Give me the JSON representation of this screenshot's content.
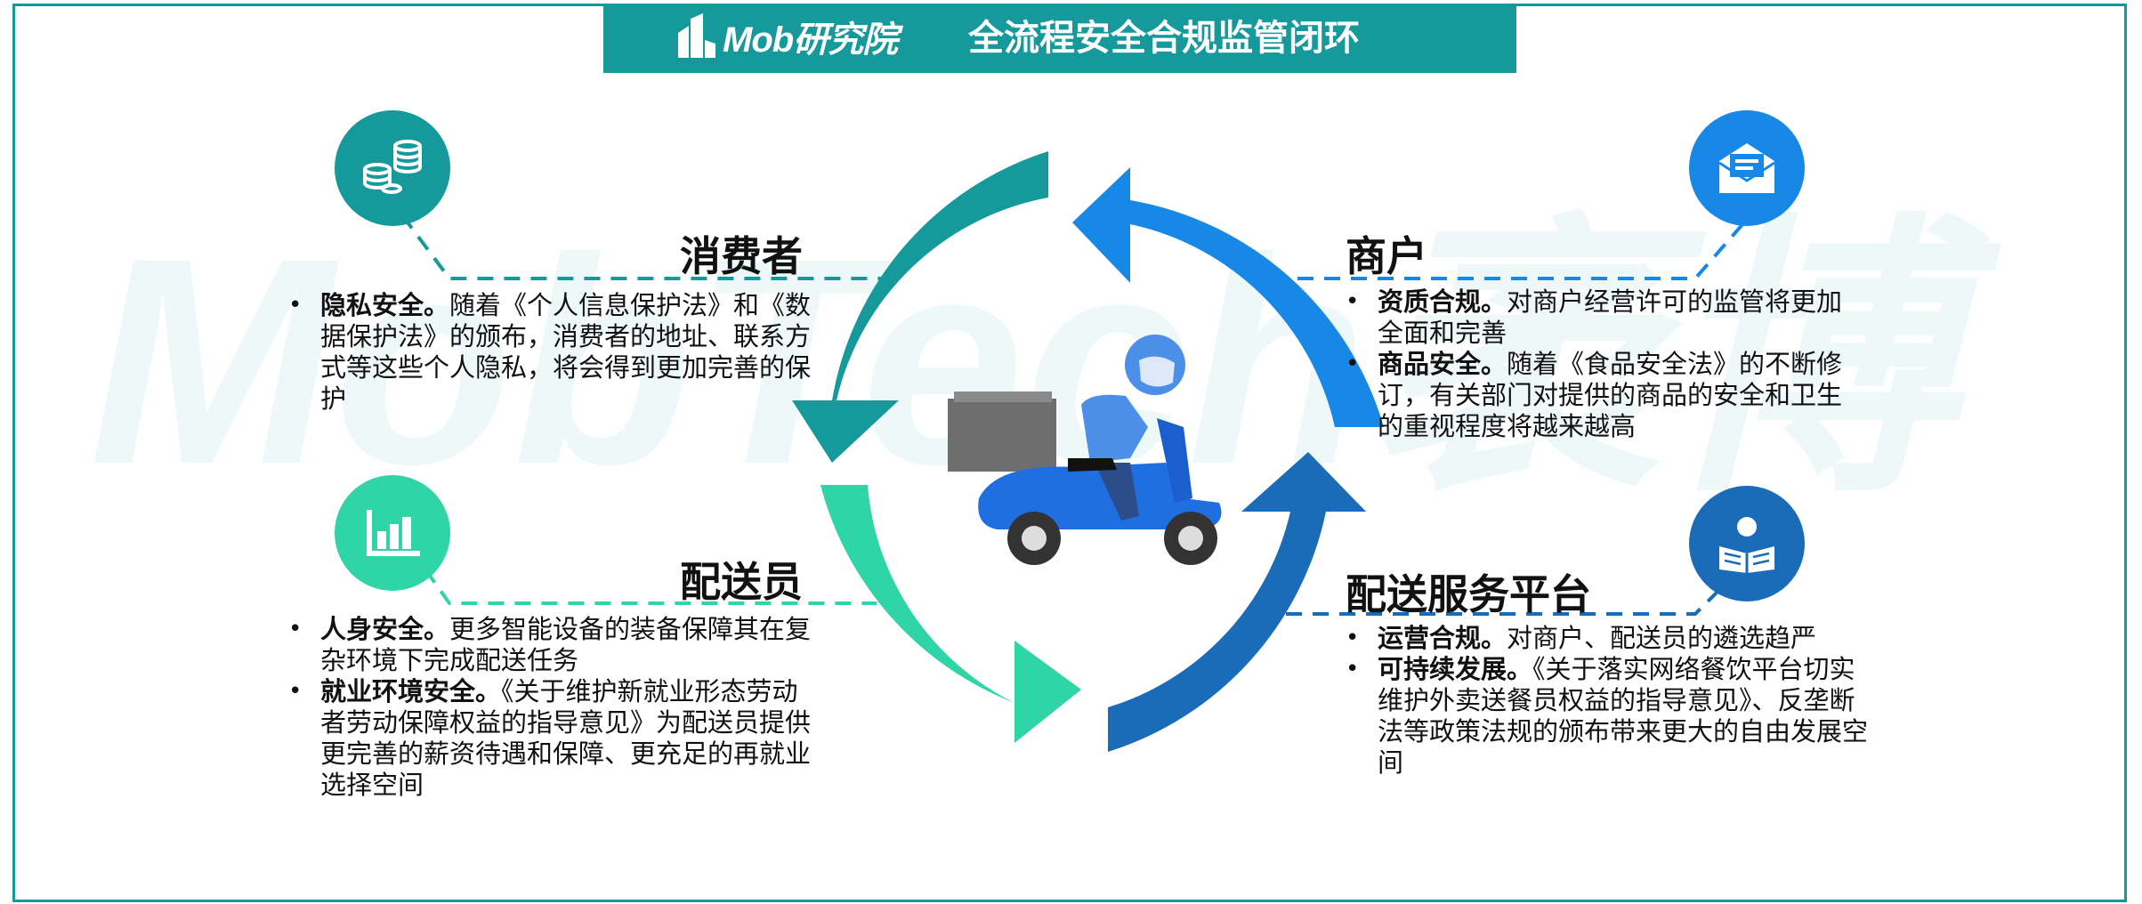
{
  "header": {
    "logo_text": "Mob研究院",
    "title": "全流程安全合规监管闭环"
  },
  "watermark": {
    "text": "MobTech袤博"
  },
  "colors": {
    "teal": "#15999a",
    "mint": "#30d5a7",
    "blue": "#1888e6",
    "navy": "#1a6cb8",
    "dashes_left": "#15999a",
    "dashes_right": "#1888e6"
  },
  "quadrants": {
    "consumer": {
      "heading": "消费者",
      "icon": "coins-stack-icon",
      "bullets": [
        {
          "bold": "隐私安全。",
          "text": "随着《个人信息保护法》和《数据保护法》的颁布，消费者的地址、联系方式等这些个人隐私，将会得到更加完善的保护"
        }
      ]
    },
    "merchant": {
      "heading": "商户",
      "icon": "mail-envelope-icon",
      "bullets": [
        {
          "bold": "资质合规。",
          "text": "对商户经营许可的监管将更加全面和完善"
        },
        {
          "bold": "商品安全。",
          "text": "随着《食品安全法》的不断修订，有关部门对提供的商品的安全和卫生的重视程度将越来越高"
        }
      ]
    },
    "courier": {
      "heading": "配送员",
      "icon": "bar-chart-icon",
      "bullets": [
        {
          "bold": "人身安全。",
          "text": "更多智能设备的装备保障其在复杂环境下完成配送任务"
        },
        {
          "bold": "就业环境安全。",
          "text": "《关于维护新就业形态劳动者劳动保障权益的指导意见》为配送员提供更完善的薪资待遇和保障、更充足的再就业选择空间"
        }
      ]
    },
    "platform": {
      "heading": "配送服务平台",
      "icon": "reader-book-icon",
      "bullets": [
        {
          "bold": "运营合规。",
          "text": "对商户、配送员的遴选趋严"
        },
        {
          "bold": "可持续发展。",
          "text": "《关于落实网络餐饮平台切实维护外卖送餐员权益的指导意见》、反垄断法等政策法规的颁布带来更大的自由发展空间"
        }
      ]
    }
  }
}
